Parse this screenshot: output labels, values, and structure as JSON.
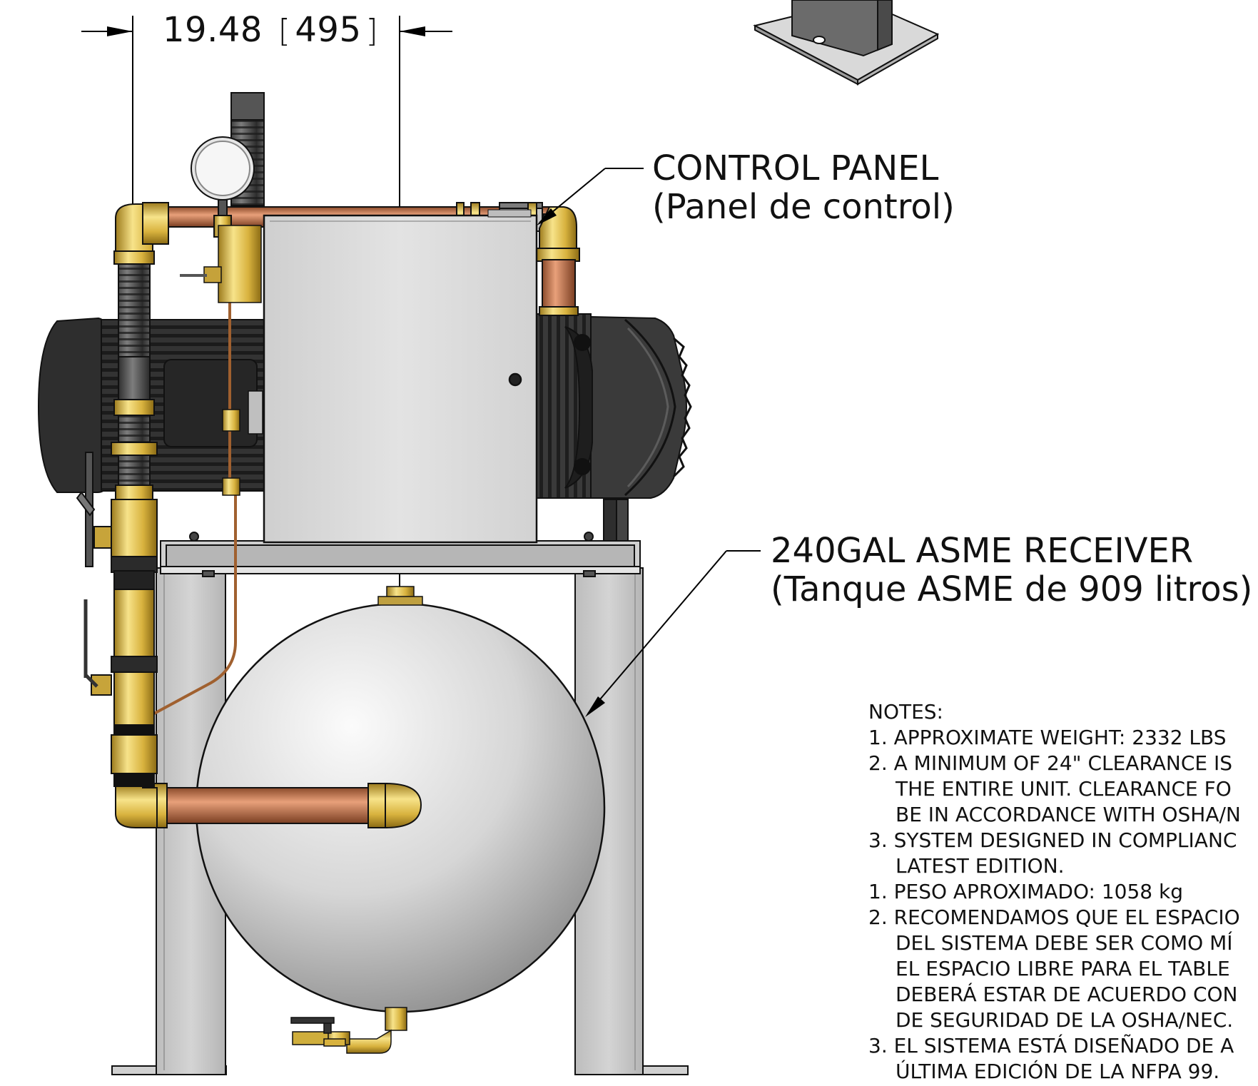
{
  "dimension": {
    "value_in": "19.48",
    "value_mm": "495",
    "open_bracket": "[",
    "close_bracket": "]"
  },
  "callouts": {
    "control_panel": {
      "line1": "CONTROL PANEL",
      "line2": "(Panel de control)"
    },
    "receiver": {
      "line1": "240GAL ASME RECEIVER",
      "line2": "(Tanque ASME de 909 litros)"
    }
  },
  "notes": {
    "title": "NOTES:",
    "lines": [
      "1. APPROXIMATE WEIGHT: 2332 LBS",
      "2. A MINIMUM OF 24\" CLEARANCE IS",
      "THE ENTIRE UNIT. CLEARANCE FO",
      "BE IN ACCORDANCE WITH OSHA/N",
      "3. SYSTEM DESIGNED IN COMPLIANC",
      "LATEST EDITION.",
      "1. PESO APROXIMADO: 1058 kg",
      "2. RECOMENDAMOS QUE EL ESPACIO",
      "DEL SISTEMA DEBE SER COMO MÍ",
      "EL ESPACIO LIBRE PARA EL TABLE",
      "DEBERÁ ESTAR DE ACUERDO CON",
      "DE SEGURIDAD DE LA OSHA/NEC.",
      "3. EL SISTEMA ESTÁ DISEÑADO DE A",
      "ÚLTIMA EDICIÓN DE LA NFPA 99."
    ]
  },
  "colors": {
    "tank_light": "#f2f2f2",
    "tank_dark": "#9a9a9a",
    "frame_gray": "#c9c9c9",
    "panel_gray": "#d9d9d9",
    "brass": "#d9b84a",
    "copper": "#c8794a",
    "motor_dark": "#2b2b2b"
  }
}
